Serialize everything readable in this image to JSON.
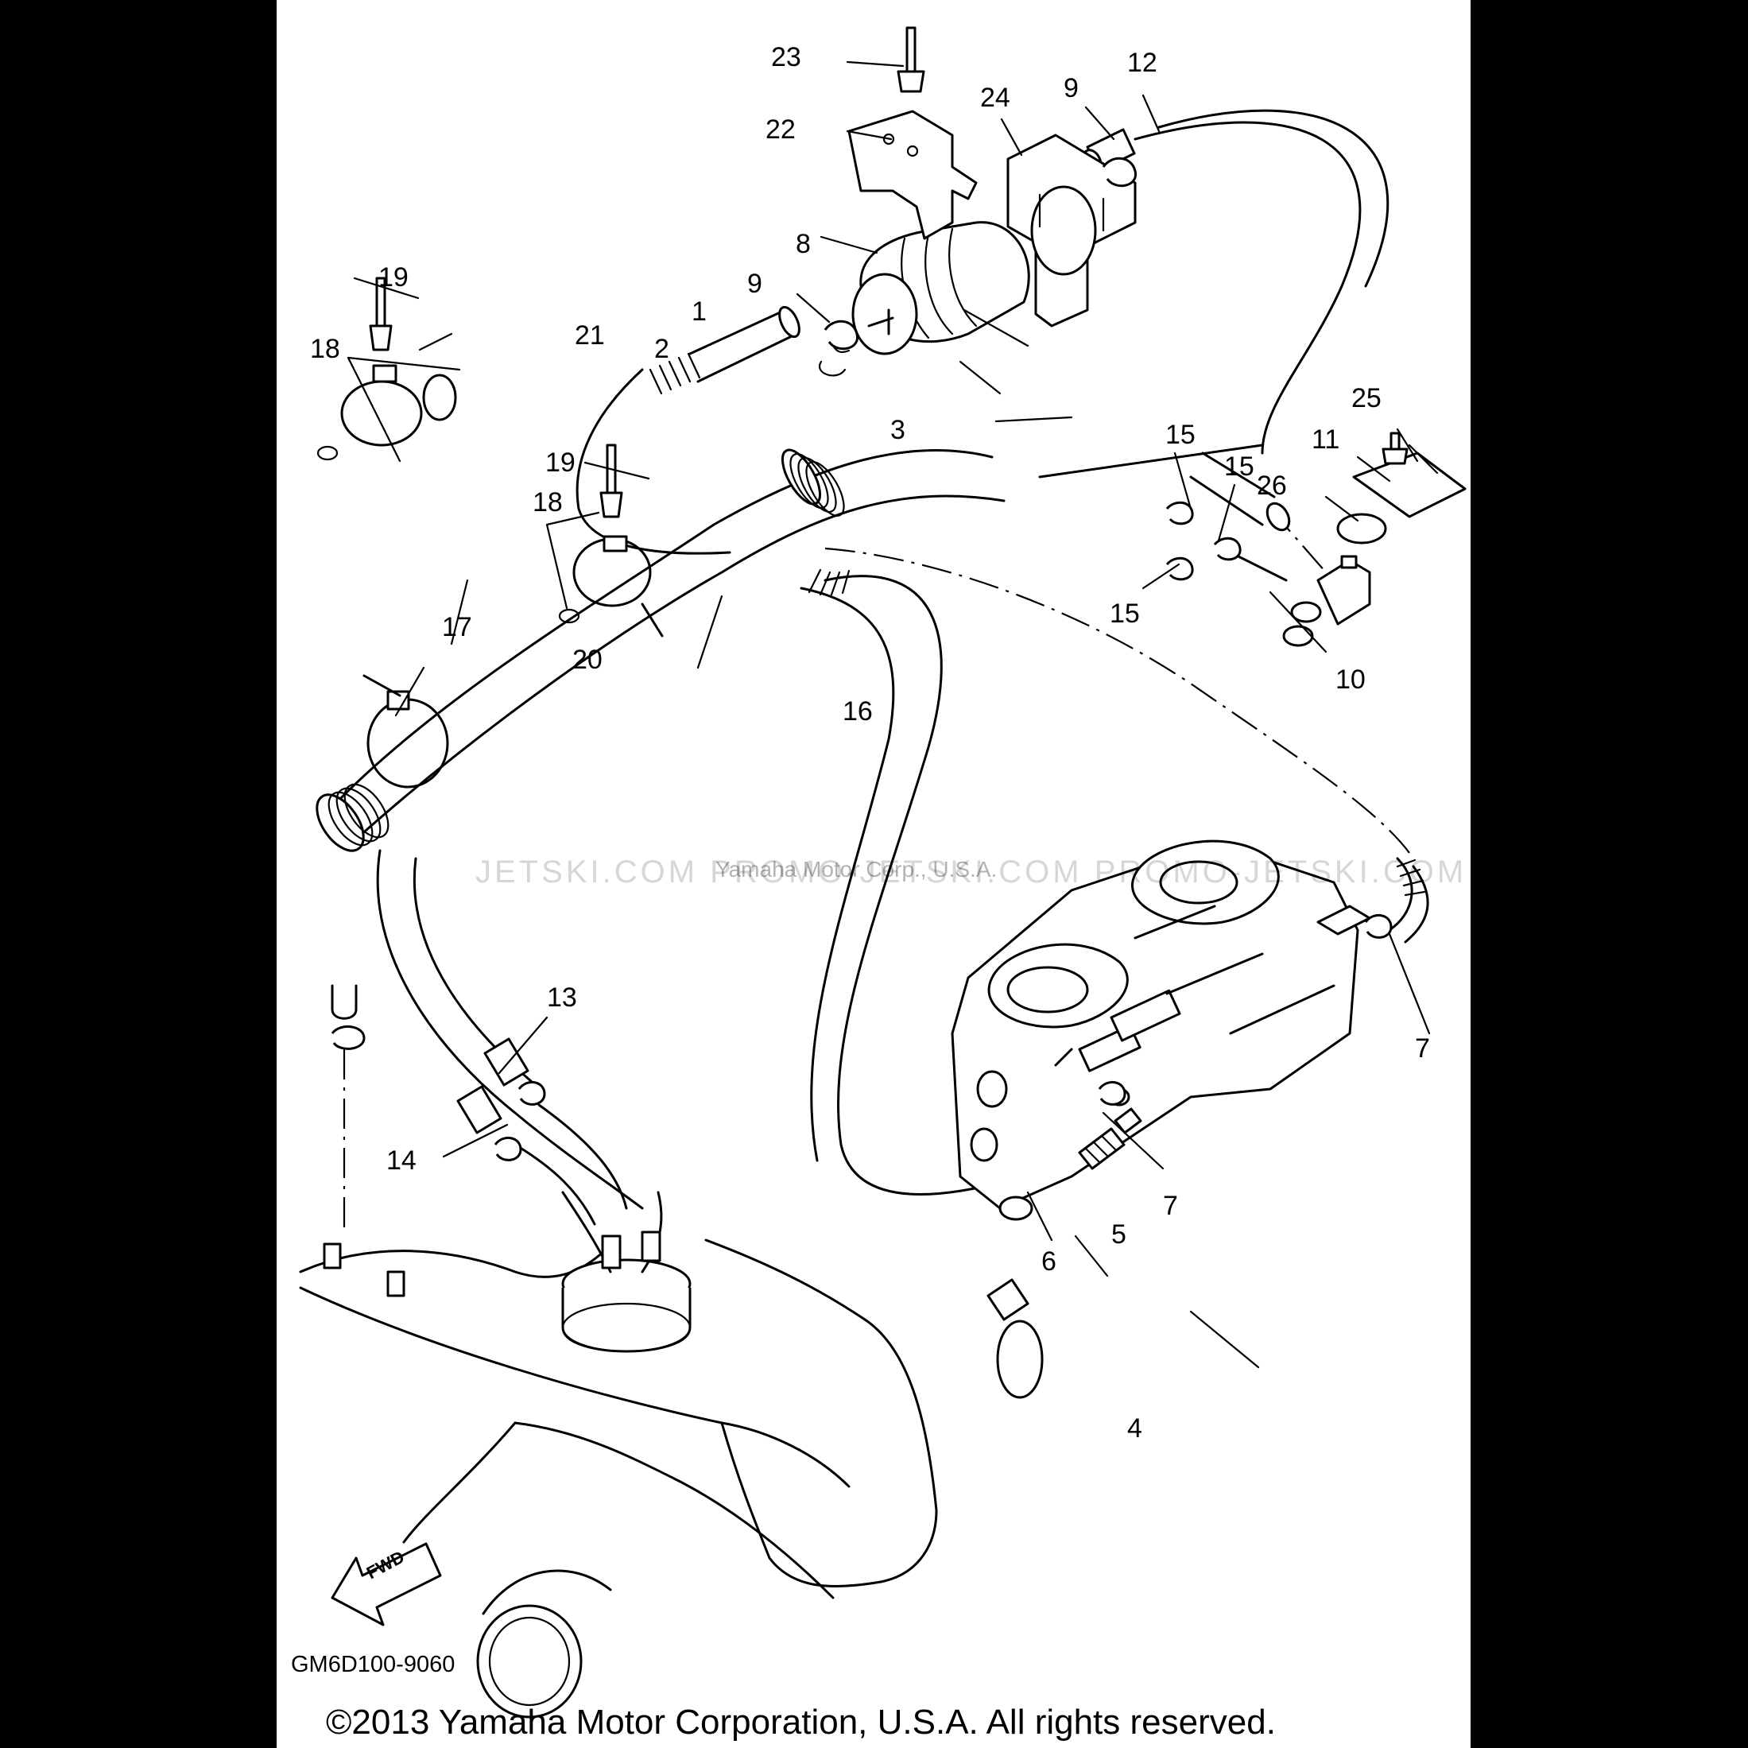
{
  "diagram": {
    "drawing_code": "GM6D100-9060",
    "copyright": "©2013 Yamaha Motor Corporation, U.S.A. All rights reserved.",
    "watermark": "JETSKI.COM PROMO-JETSKI.COM PROMO-JETSKI.COM",
    "watermark_small": "Yamaha Motor Corp., U.S.A.",
    "direction_label": "FWD",
    "callouts": [
      "1",
      "2",
      "3",
      "4",
      "5",
      "6",
      "7",
      "7",
      "8",
      "9",
      "9",
      "10",
      "11",
      "12",
      "13",
      "14",
      "15",
      "15",
      "15",
      "16",
      "17",
      "18",
      "18",
      "19",
      "19",
      "20",
      "21",
      "22",
      "23",
      "24",
      "25",
      "26"
    ]
  }
}
